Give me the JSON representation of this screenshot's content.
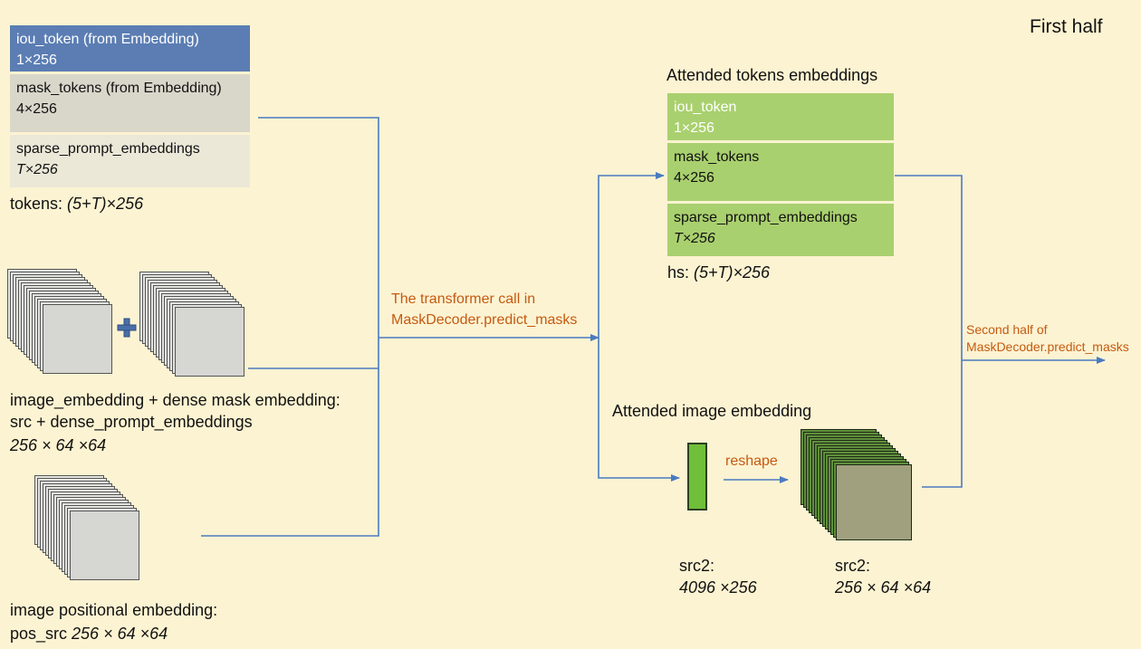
{
  "header": {
    "title": "First half"
  },
  "tokens": {
    "iou": {
      "name": "iou_token (from Embedding)",
      "shape": "1×256"
    },
    "mask": {
      "name": "mask_tokens (from Embedding)",
      "shape": "4×256"
    },
    "sparse": {
      "name": "sparse_prompt_embeddings",
      "shape": "T×256"
    },
    "caption_prefix": "tokens: ",
    "caption_shape": "(5+T)×256"
  },
  "image_embedding": {
    "plus_icon": "plus-icon",
    "line1": "image_embedding + dense mask embedding:",
    "line2": "src + dense_prompt_embeddings",
    "shape": "256 × 64 ×64"
  },
  "pos_embedding": {
    "line1": "image positional embedding:",
    "prefix": "pos_src ",
    "shape": "256 × 64 ×64"
  },
  "transformer": {
    "line1": "The transformer call  in",
    "line2": "MaskDecoder.predict_masks"
  },
  "attended_tokens": {
    "heading": "Attended tokens embeddings",
    "iou": {
      "name": "iou_token",
      "shape": "1×256"
    },
    "mask": {
      "name": "mask_tokens",
      "shape": "4×256"
    },
    "sparse": {
      "name": "sparse_prompt_embeddings",
      "shape": "T×256"
    },
    "caption_prefix": "hs: ",
    "caption_shape": "(5+T)×256"
  },
  "attended_image": {
    "heading": "Attended image embedding",
    "reshape": "reshape",
    "src2_flat": {
      "name": "src2:",
      "shape": "4096 ×256"
    },
    "src2_grid": {
      "name": "src2:",
      "shape": "256 × 64 ×64"
    }
  },
  "second_half": {
    "line1": "Second half of",
    "line2": "MaskDecoder.predict_masks"
  },
  "colors": {
    "background": "#fcf3d2",
    "iou_box": "#5b7db3",
    "mask_box": "#d9d6ca",
    "sparse_box": "#ebe8d8",
    "green_box": "#a9d06e",
    "wire": "#4a7bc0",
    "orange_text": "#c55a11"
  }
}
